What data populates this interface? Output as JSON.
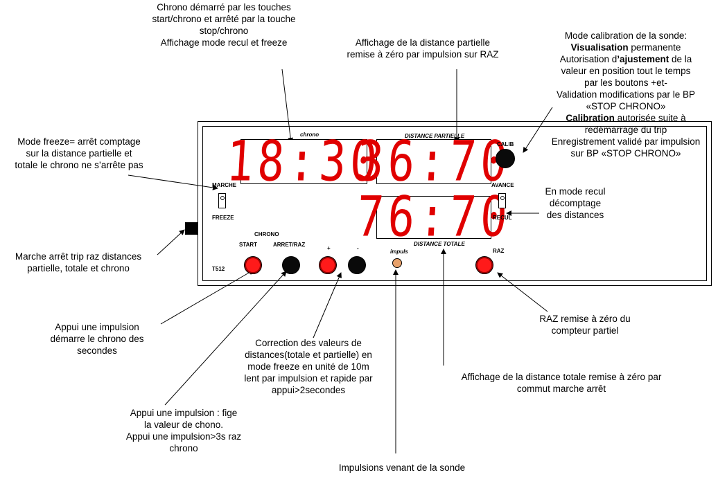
{
  "annotations": {
    "chrono": [
      "Chrono démarré par les touches",
      "start/chrono et arrêté par la touche",
      "stop/chrono",
      "Affichage mode recul et freeze"
    ],
    "partial": [
      "Affichage de la distance partielle",
      "remise à zéro par impulsion sur RAZ"
    ],
    "calibration": {
      "l1": "Mode calibration de la sonde:",
      "l2_bold": "Visualisation",
      "l2_rest": " permanente",
      "l3_pre": "Autorisation d",
      "l3_bold": "’ajustement",
      "l3_post": " de la",
      "l4": "valeur en position  tout le temps",
      "l5": "par les boutons +et-",
      "l6": "Validation modifications par le BP",
      "l7": "«STOP CHRONO»",
      "l8_bold": "Calibration",
      "l8_rest": " autorisée suite à",
      "l9": "redémarrage du trip",
      "l10": "Enregistrement validé par impulsion",
      "l11": "sur  BP «STOP CHRONO»"
    },
    "freeze": [
      "Mode freeze= arrêt comptage",
      "sur la distance partielle et",
      "totale le chrono ne s’arrête pas"
    ],
    "recul": [
      "En mode recul",
      "décomptage",
      "des distances"
    ],
    "trip": [
      "Marche arrêt trip raz distances",
      "partielle, totale et chrono"
    ],
    "start": [
      "Appui une impulsion",
      "démarre le chrono des",
      "secondes"
    ],
    "correction": [
      "Correction des valeurs de",
      "distances(totale et partielle) en",
      "mode freeze en unité de 10m",
      "lent par impulsion et rapide par",
      "appui>2secondes"
    ],
    "raz": [
      "RAZ remise à zéro du",
      "compteur partiel"
    ],
    "total": [
      "Affichage de la distance totale remise à zéro par",
      "commut marche arrêt"
    ],
    "arret": [
      "Appui une impulsion : fige",
      "la valeur de chono.",
      "Appui une impulsion>3s raz",
      "chrono"
    ],
    "impulses": "Impulsions venant de la sonde"
  },
  "panel": {
    "chrono_label": "chrono",
    "chrono_value": "18:30",
    "partial_label": "DISTANCE PARTIELLE",
    "partial_value": "36:70",
    "total_value": "76:70",
    "total_label": "DISTANCE TOTALE",
    "calib_label": "CALIB",
    "marche_label": "MARCHE",
    "freeze_label": "FREEZE",
    "avance_label": "AVANCE",
    "recul_label": "RECUL",
    "chrono_group_label": "CHRONO",
    "start_label": "START",
    "arret_label": "ARRET/RAZ",
    "plus_label": "+",
    "minus_label": "-",
    "impuls_label": "impuls",
    "raz_label": "RAZ",
    "model": "T512"
  },
  "colors": {
    "segment": "#e00000",
    "button_red": "#ff1a1a",
    "button_black": "#0a0a0a",
    "led_orange": "#e8a16a"
  }
}
